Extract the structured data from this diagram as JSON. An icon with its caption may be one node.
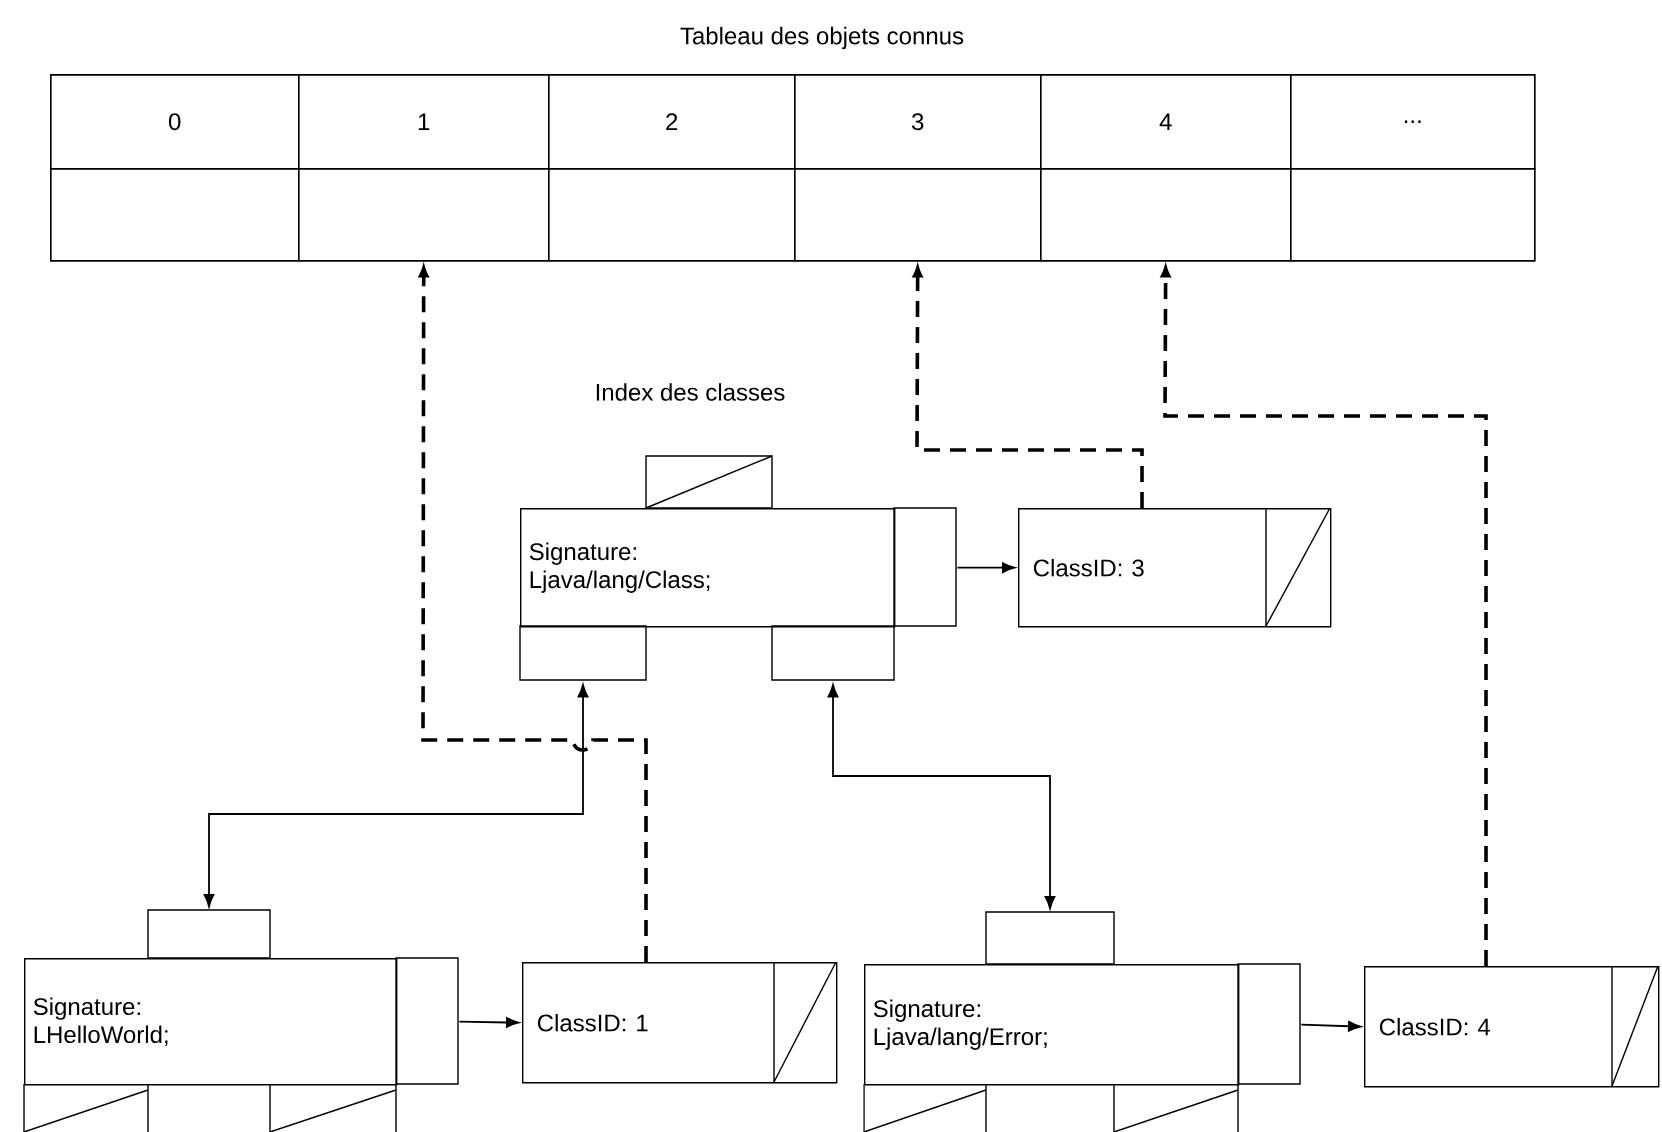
{
  "diagram": {
    "nodes": [
      {
        "text": [
          "Tableau des objets connus"
        ]
      },
      {
        "text": [
          "0"
        ],
        "in": 0
      },
      {
        "text": [
          "1"
        ],
        "in": 0
      },
      {
        "text": [
          "2"
        ],
        "in": 0
      },
      {
        "text": [
          "3"
        ],
        "in": 0
      },
      {
        "text": [
          "4"
        ],
        "in": 0
      },
      {
        "text": [
          "..."
        ],
        "in": 0
      },
      {
        "text": [],
        "shape": "box",
        "in": 0
      },
      {
        "text": [],
        "shape": "box",
        "in": 0
      },
      {
        "text": [],
        "shape": "box",
        "in": 0
      },
      {
        "text": [],
        "shape": "box",
        "in": 0
      },
      {
        "text": [],
        "shape": "box",
        "in": 0
      },
      {
        "text": [],
        "shape": "box",
        "in": 0
      },
      {
        "text": [
          "Signature: Ljava/lang/Class;"
        ]
      },
      {
        "text": [
          "ClassID: 3"
        ]
      },
      {
        "text": [
          "Signature: LHelloWorld;"
        ]
      },
      {
        "text": [
          "ClassID: 1"
        ]
      },
      {
        "text": [
          "Signature: Ljava/lang/Error;"
        ]
      },
      {
        "text": [
          "ClassID: 4"
        ]
      }
    ],
    "edges": [
      {
        "from": 14,
        "to": 10,
        "arrow": "to",
        "style": "dashed"
      },
      {
        "from": 16,
        "to": 8,
        "arrow": "to",
        "style": "dashed"
      },
      {
        "from": 18,
        "to": 11,
        "arrow": "to",
        "style": "dashed"
      },
      {
        "from": 13,
        "to": 14,
        "arrow": "to"
      },
      {
        "from": 15,
        "to": 16,
        "arrow": "to"
      },
      {
        "from": 17,
        "to": 18,
        "arrow": "to"
      },
      {
        "from": 13,
        "to": 15,
        "arrow": "both"
      },
      {
        "from": 13,
        "to": 17,
        "arrow": "both"
      }
    ],
    "labels": [
      "Index des classes"
    ]
  }
}
